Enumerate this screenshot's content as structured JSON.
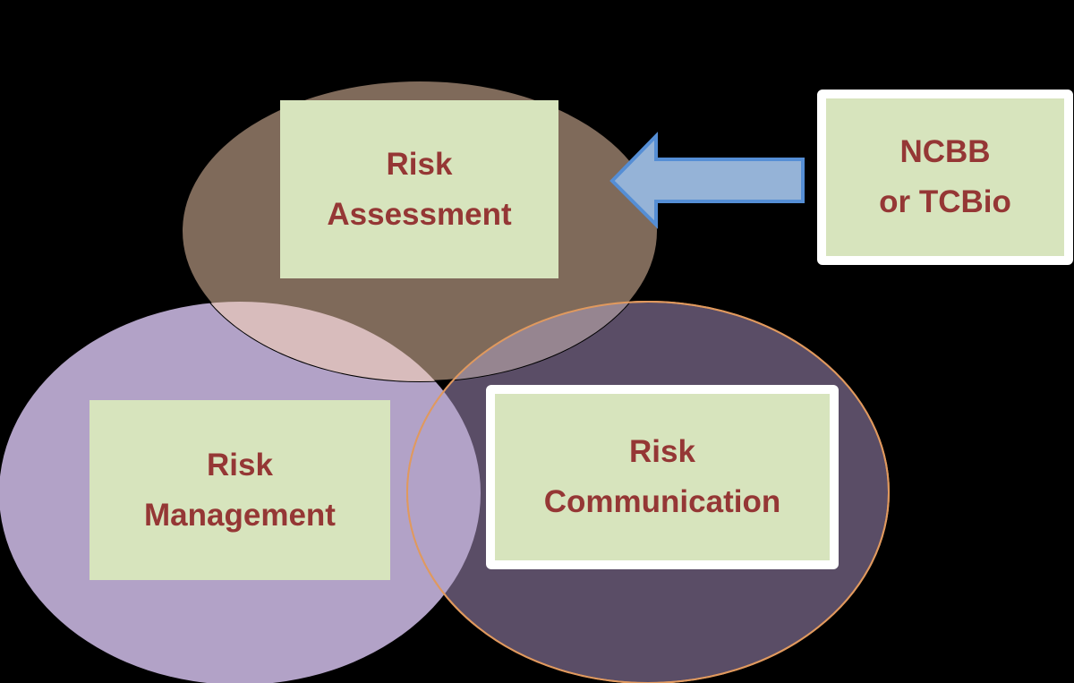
{
  "diagram": {
    "colors": {
      "assessment": "#7f6a5a",
      "management": "#b2a2c7",
      "communication": "#5a4d66",
      "box": "#d7e4bd",
      "text": "#953735",
      "arrow": "#95b3d7"
    },
    "assessment": {
      "line1": "Risk",
      "line2": "Assessment"
    },
    "management": {
      "line1": "Risk",
      "line2": "Management"
    },
    "communication": {
      "line1": "Risk",
      "line2": "Communication"
    },
    "source": {
      "line1": "NCBB",
      "line2": "or TCBio"
    }
  }
}
